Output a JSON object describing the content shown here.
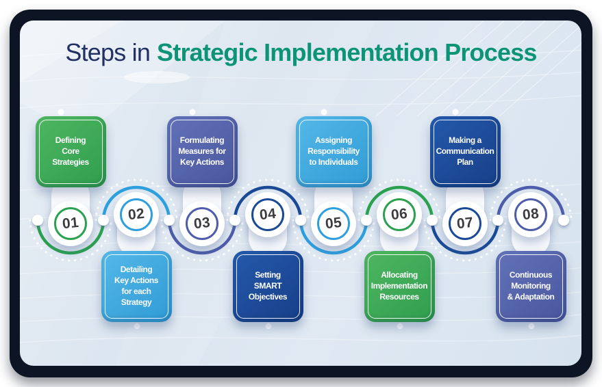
{
  "title": {
    "prefix": "Steps in",
    "highlight": "Strategic Implementation Process",
    "prefix_color": "#223063",
    "highlight_color": "#0d9476"
  },
  "frame_color": "#0d1424",
  "card_background": "#dce6f0",
  "number_color": "#3b3b40",
  "palette": {
    "green": {
      "box_top": "#4fb662",
      "box_bottom": "#2f9e4d",
      "accent": "#2ba150"
    },
    "blue": {
      "box_top": "#55b8e8",
      "box_bottom": "#2f9bd5",
      "accent": "#2e9fdd"
    },
    "indigo": {
      "box_top": "#6272b8",
      "box_bottom": "#49569f",
      "accent": "#4e5dab"
    },
    "navy": {
      "box_top": "#2459ab",
      "box_bottom": "#173f88",
      "accent": "#1a4a96"
    }
  },
  "steps": [
    {
      "number": "01",
      "label": "Defining\nCore\nStrategies",
      "theme": "green",
      "position": "top"
    },
    {
      "number": "02",
      "label": "Detailing\nKey Actions\nfor each\nStrategy",
      "theme": "blue",
      "position": "bottom"
    },
    {
      "number": "03",
      "label": "Formulating\nMeasures for\nKey Actions",
      "theme": "indigo",
      "position": "top"
    },
    {
      "number": "04",
      "label": "Setting\nSMART\nObjectives",
      "theme": "navy",
      "position": "bottom"
    },
    {
      "number": "05",
      "label": "Assigning\nResponsibility\nto Individuals",
      "theme": "blue",
      "position": "top"
    },
    {
      "number": "06",
      "label": "Allocating\nImplementation\nResources",
      "theme": "green",
      "position": "bottom"
    },
    {
      "number": "07",
      "label": "Making a\nCommunication\nPlan",
      "theme": "navy",
      "position": "top"
    },
    {
      "number": "08",
      "label": "Continuous\nMonitoring\n& Adaptation",
      "theme": "indigo",
      "position": "bottom"
    }
  ]
}
